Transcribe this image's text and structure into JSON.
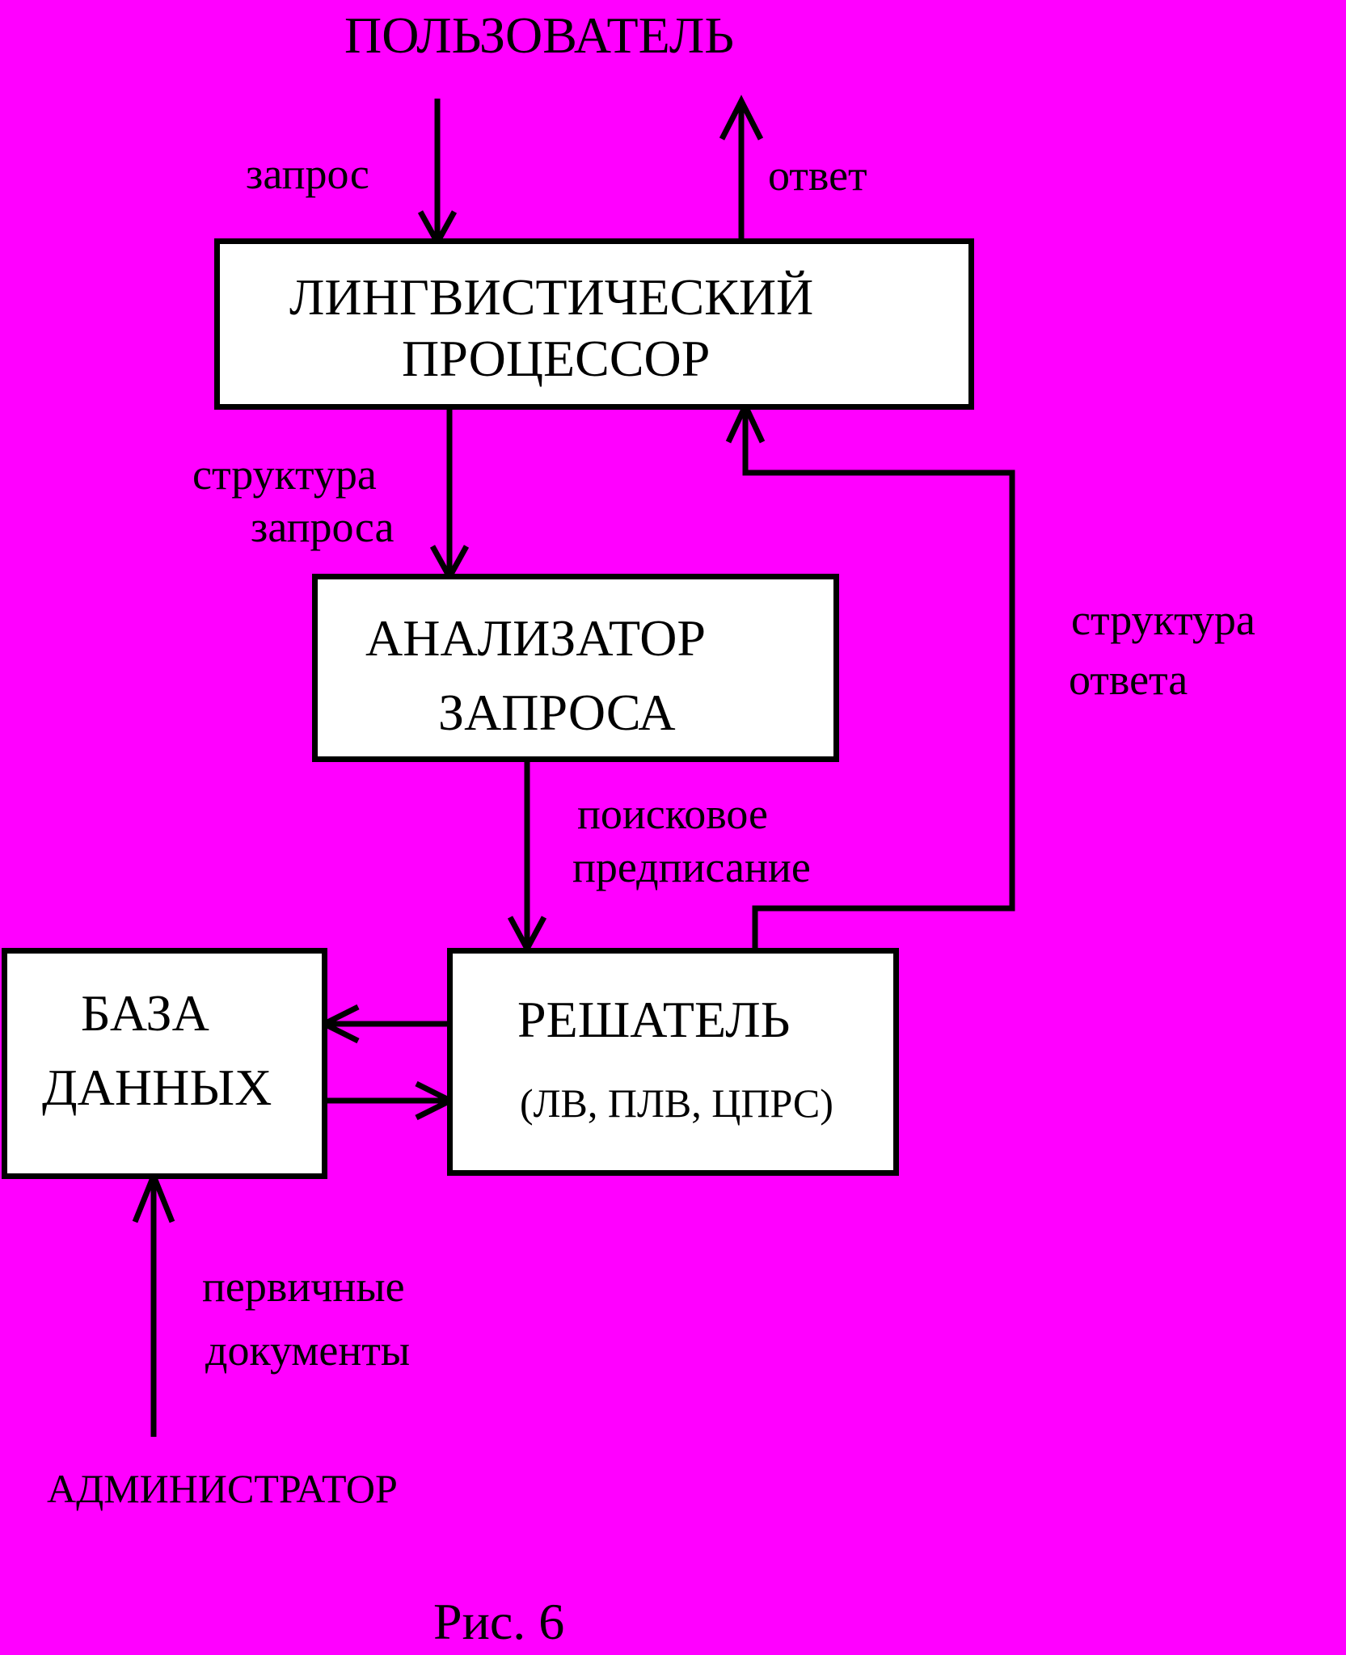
{
  "nodes": {
    "user": "ПОЛЬЗОВАТЕЛЬ",
    "ling_processor": [
      "ЛИНГВИСТИЧЕСКИЙ",
      "ПРОЦЕССОР"
    ],
    "query_analyzer": [
      "АНАЛИЗАТОР",
      "ЗАПРОСА"
    ],
    "database": [
      "БАЗА",
      "ДАННЫХ"
    ],
    "solver": [
      "РЕШАТЕЛЬ",
      "(ЛВ, ПЛВ, ЦПРС)"
    ],
    "admin": "АДМИНИСТРАТОР"
  },
  "edges": {
    "request": "запрос",
    "answer": "ответ",
    "query_structure": [
      "структура",
      "запроса"
    ],
    "answer_structure": [
      "структура",
      "ответа"
    ],
    "search_prescription": [
      "поисковое",
      "предписание"
    ],
    "primary_docs": [
      "первичные",
      "документы"
    ]
  },
  "caption": "Рис. 6",
  "colors": {
    "background": "#ff00ff",
    "box_fill": "#ffffff",
    "line": "#000000"
  }
}
